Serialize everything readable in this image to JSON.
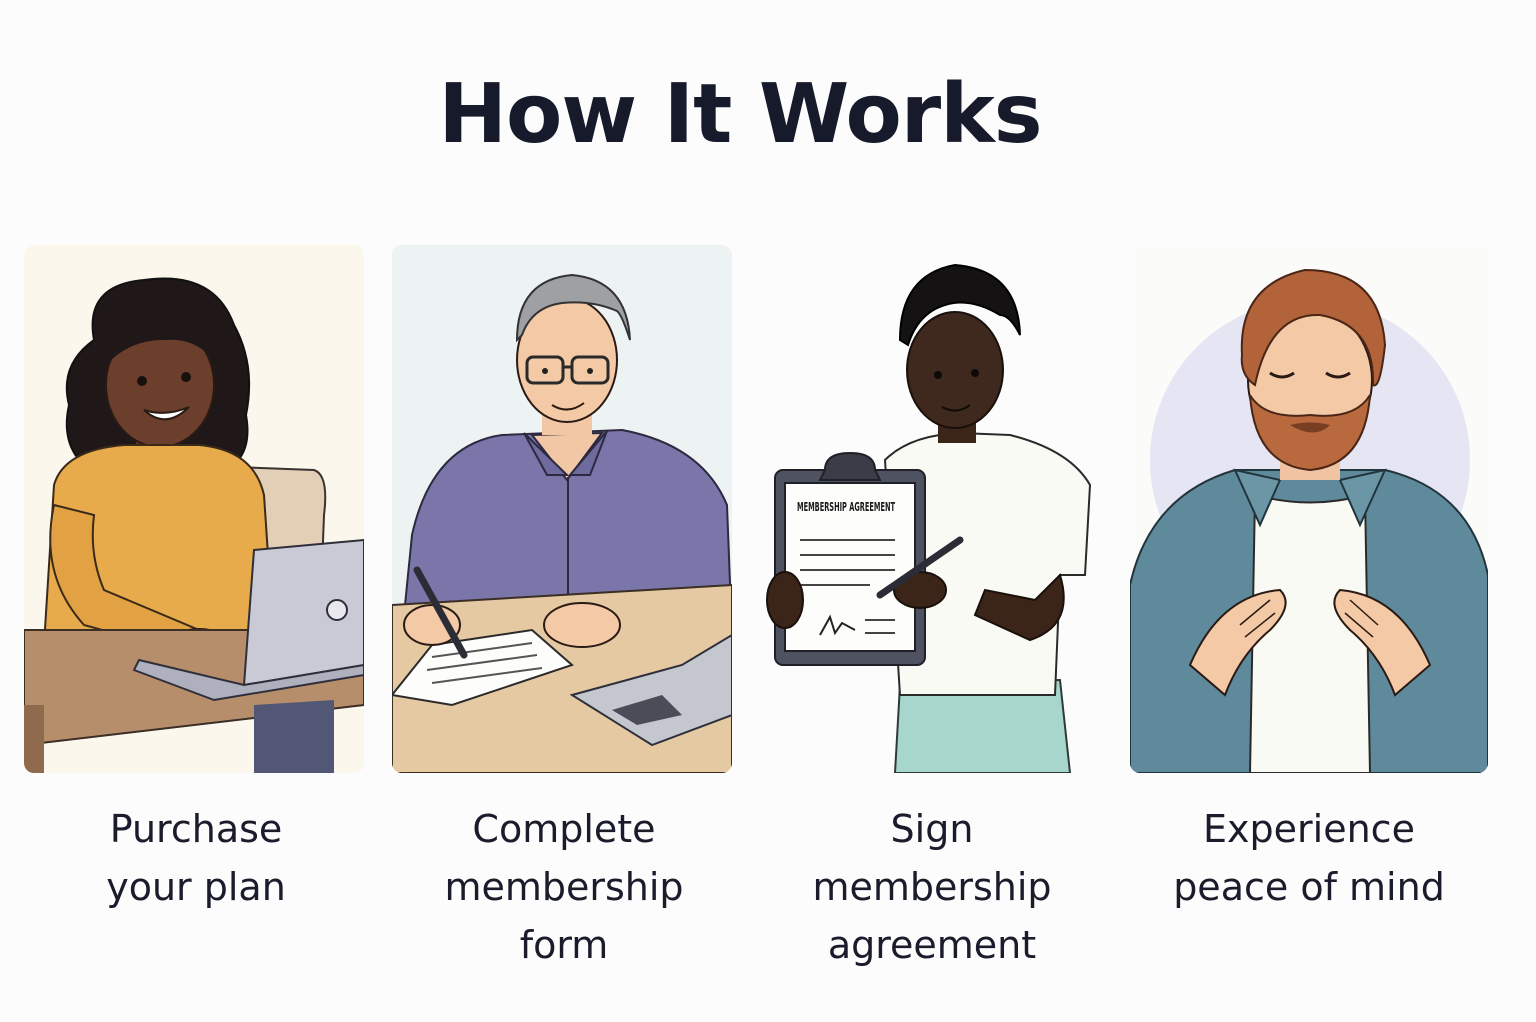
{
  "header": {
    "title": "How It Works"
  },
  "steps": [
    {
      "label_lines": [
        "Purchase",
        "your plan"
      ]
    },
    {
      "label_lines": [
        "Complete",
        "membership",
        "form"
      ]
    },
    {
      "label_lines": [
        "Sign",
        "membership",
        "agreement"
      ],
      "clipboard_text": "MEMBERSHIP AGREEMENT"
    },
    {
      "label_lines": [
        "Experience",
        "peace of mind"
      ]
    }
  ],
  "colors": {
    "background": "#fcfcfc",
    "title": "#161a2b",
    "sweater_yellow": "#e7ab4b",
    "shirt_purple": "#7a76a9",
    "shirt_teal": "#5f8a9b",
    "skin_dark": "#4a2d22",
    "skin_light": "#f3c9a6"
  }
}
